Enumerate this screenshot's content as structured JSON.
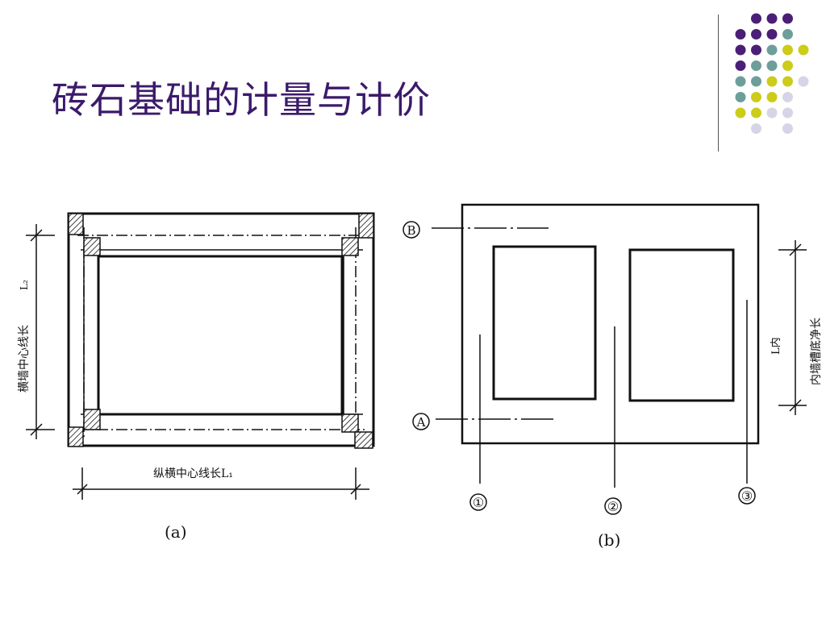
{
  "slide": {
    "title": "砖石基础的计量与计价"
  },
  "decoration": {
    "dot_colors": {
      "purple": "#4b1e78",
      "teal": "#6e9e9a",
      "yellow": "#cccc1a",
      "lavender": "#d6d4e6"
    }
  },
  "figure_a": {
    "caption": "(a)",
    "vertical_dim_label": "横墙中心线长",
    "vertical_dim_sub": "L₂",
    "horizontal_dim_label": "纵横中心线长L₁"
  },
  "figure_b": {
    "caption": "(b)",
    "axis_b": "B",
    "axis_a": "A",
    "axis_1": "①",
    "axis_2": "②",
    "axis_3": "③",
    "dim_label": "L内",
    "dim_desc": "内墙槽底净长"
  }
}
